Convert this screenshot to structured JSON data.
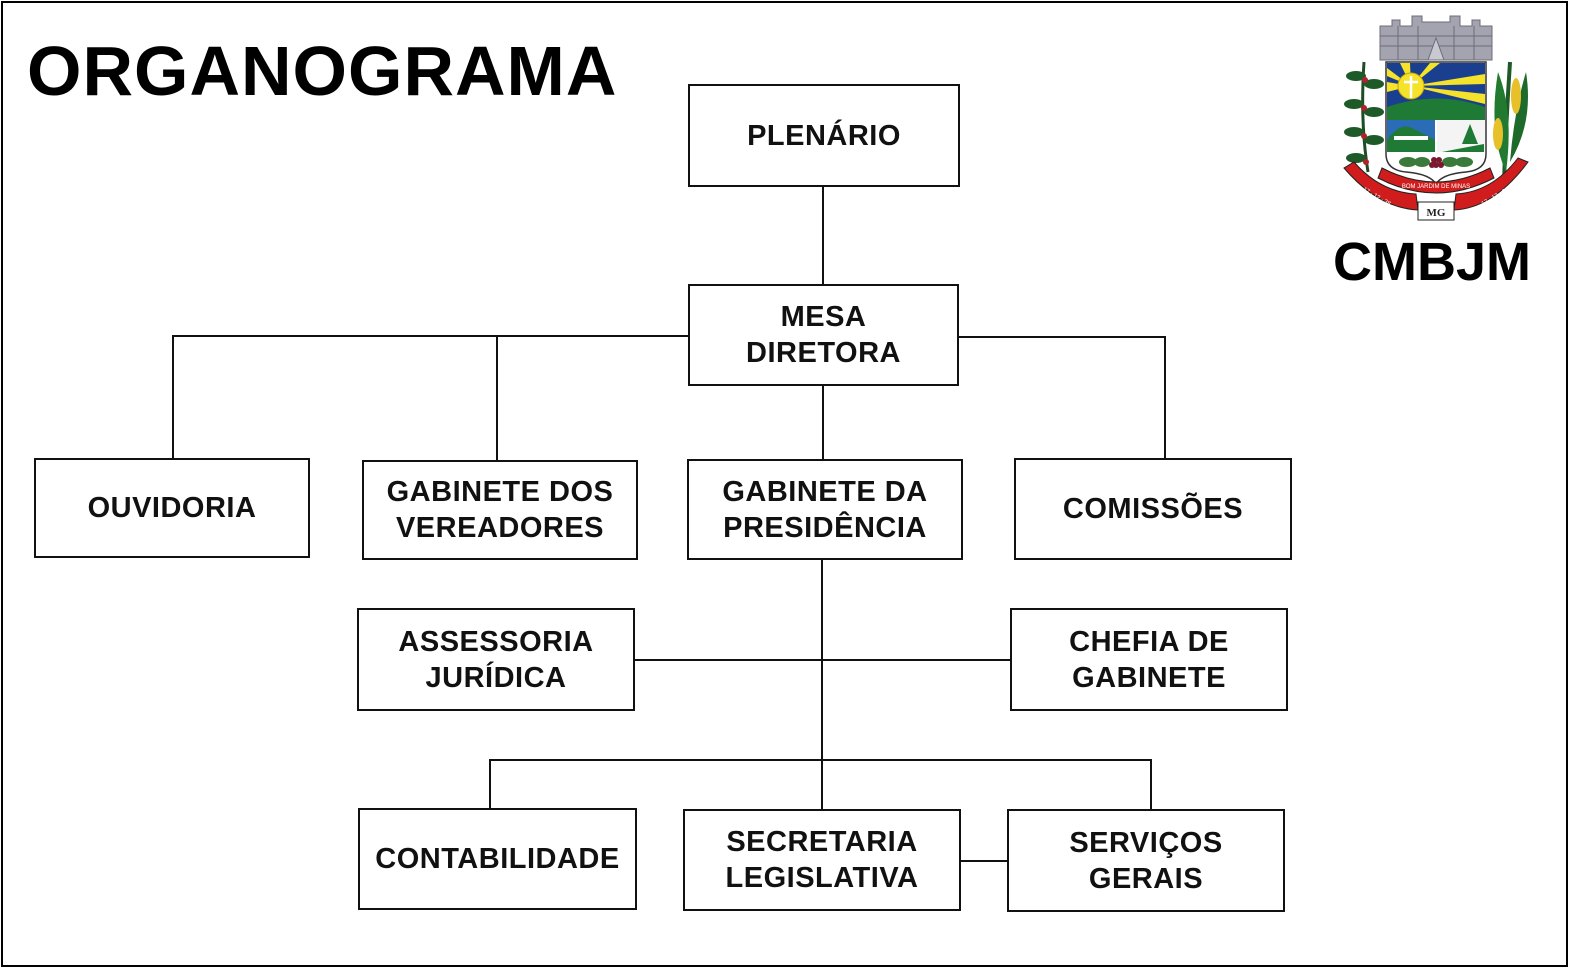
{
  "title": "ORGANOGRAMA",
  "brand": "CMBJM",
  "crest": {
    "ribbon_text": "BOM JARDIM DE MINAS",
    "date_left": "17 · 12 · 38",
    "date_right": "17 · 12 · 88",
    "state": "MG",
    "colors": {
      "ribbon": "#d01c1c",
      "sky": "#1b3f8f",
      "sun": "#f5e22a",
      "field": "#1f7a35",
      "tower": "#9a9aa6"
    }
  },
  "org": {
    "plenario": "PLENÁRIO",
    "mesa_diretora": "MESA\nDIRETORA",
    "ouvidoria": "OUVIDORIA",
    "gabinete_vereadores": "GABINETE DOS\nVEREADORES",
    "gabinete_presidencia": "GABINETE DA\nPRESIDÊNCIA",
    "comissoes": "COMISSÕES",
    "assessoria_juridica": "ASSESSORIA\nJURÍDICA",
    "chefia_gabinete": "CHEFIA DE\nGABINETE",
    "contabilidade": "CONTABILIDADE",
    "secretaria_legislativa": "SECRETARIA\nLEGISLATIVA",
    "servicos_gerais": "SERVIÇOS\nGERAIS"
  },
  "hierarchy": [
    {
      "parent": "PLENÁRIO",
      "child": "MESA DIRETORA"
    },
    {
      "parent": "MESA DIRETORA",
      "child": "OUVIDORIA"
    },
    {
      "parent": "MESA DIRETORA",
      "child": "GABINETE DOS VEREADORES"
    },
    {
      "parent": "MESA DIRETORA",
      "child": "GABINETE DA PRESIDÊNCIA"
    },
    {
      "parent": "MESA DIRETORA",
      "child": "COMISSÕES"
    },
    {
      "parent": "GABINETE DA PRESIDÊNCIA",
      "child": "ASSESSORIA JURÍDICA"
    },
    {
      "parent": "GABINETE DA PRESIDÊNCIA",
      "child": "CHEFIA DE GABINETE"
    },
    {
      "parent": "GABINETE DA PRESIDÊNCIA",
      "child": "CONTABILIDADE"
    },
    {
      "parent": "GABINETE DA PRESIDÊNCIA",
      "child": "SECRETARIA LEGISLATIVA"
    },
    {
      "parent": "GABINETE DA PRESIDÊNCIA",
      "child": "SERVIÇOS GERAIS"
    },
    {
      "parent": "SECRETARIA LEGISLATIVA",
      "child": "SERVIÇOS GERAIS"
    }
  ]
}
